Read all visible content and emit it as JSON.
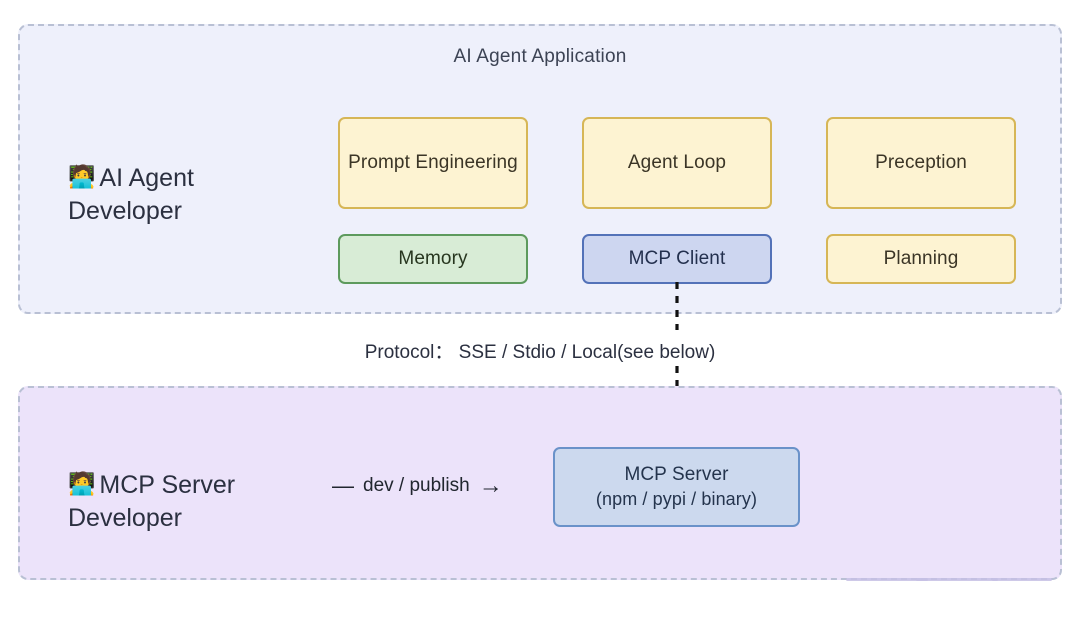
{
  "diagram": {
    "type": "architecture-diagram",
    "background": "#ffffff",
    "colors": {
      "agent_panel_bg": "#eef0fb",
      "server_panel_bg": "#ece3fa",
      "panel_border": "#b9c0d4",
      "yellow_fill": "#fdf3d2",
      "yellow_border": "#d6b656",
      "green_fill": "#d8ecd6",
      "green_border": "#5d9a5d",
      "blue_fill": "#cdd6f0",
      "blue_border": "#5372b8",
      "server_fill": "#ccd9ee",
      "server_border": "#6a92c9",
      "text": "#2b3040"
    }
  },
  "agent_panel": {
    "title": "AI Agent Application",
    "role": {
      "emoji": "🧑‍💻",
      "line1": "AI Agent",
      "line2": "Developer",
      "full": "AI Agent\nDeveloper"
    },
    "boxes": [
      {
        "id": "prompt-engineering",
        "label": "Prompt\nEngineering",
        "line1": "Prompt",
        "line2": "Engineering",
        "color": "yellow"
      },
      {
        "id": "agent-loop",
        "label": "Agent Loop",
        "color": "yellow"
      },
      {
        "id": "preception",
        "label": "Preception",
        "color": "yellow"
      },
      {
        "id": "memory",
        "label": "Memory",
        "color": "green"
      },
      {
        "id": "mcp-client",
        "label": "MCP Client",
        "color": "blue"
      },
      {
        "id": "planning",
        "label": "Planning",
        "color": "yellow"
      }
    ]
  },
  "connector": {
    "protocol_label": "Protocol： SSE / Stdio / Local(see below)",
    "style": "dashed-arrow-down",
    "from": "mcp-client",
    "to": "mcp-server"
  },
  "server_panel": {
    "role": {
      "emoji": "🧑‍💻",
      "line1": "MCP Server",
      "line2": "Developer",
      "full": "MCP Server\nDeveloper"
    },
    "dev_publish": {
      "dash": "—",
      "label": "dev / publish",
      "arrow": "→"
    },
    "server_box": {
      "line1": "MCP Server",
      "line2": "(npm / pypi / binary)",
      "color": "blue-server"
    }
  }
}
